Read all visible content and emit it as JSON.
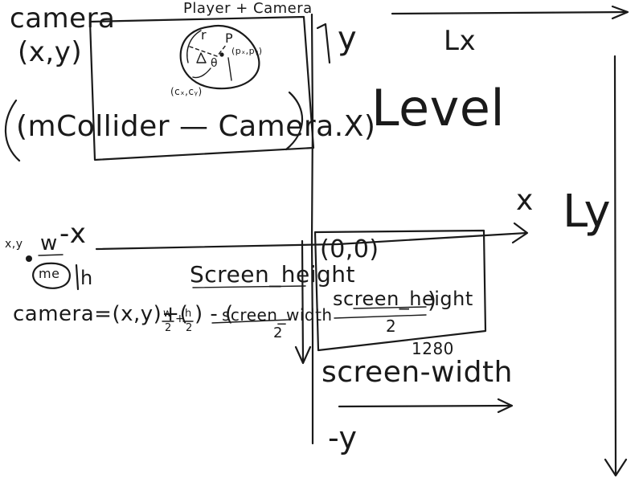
{
  "labels": {
    "camera": "camera",
    "camera_xy": "(x,y)",
    "player_camera": "Player + Camera",
    "r": "r",
    "p": "P",
    "p_coords": "(pₓ,pᵧ)",
    "theta": "θ",
    "circle_center": "(cₓ,cᵧ)",
    "collider_expr": "(mCollider — Camera.X)",
    "y_axis_top": "y",
    "lx": "Lx",
    "level": "Level",
    "x_axis_right": "x",
    "ly": "Ly",
    "me_xy": "x,y",
    "w": "w",
    "neg_x": "-x",
    "me": "me",
    "h": "h",
    "origin": "(0,0)",
    "screen_height_left": "Screen_height",
    "formula_part1": "camera=(x,y)+(",
    "w_over_2": "w",
    "two_a": "2",
    "plus": "+",
    "h_over_2": "h",
    "two_b": "2",
    "formula_part2": ") - (",
    "screen_width_frac": "screen_width",
    "screen_height_frac": "screen_height",
    "two_c": "2",
    "two_d": "2",
    "close_paren": ")",
    "num_1280": "1280",
    "screen_width_label": "screen-width",
    "neg_y": "-y"
  }
}
